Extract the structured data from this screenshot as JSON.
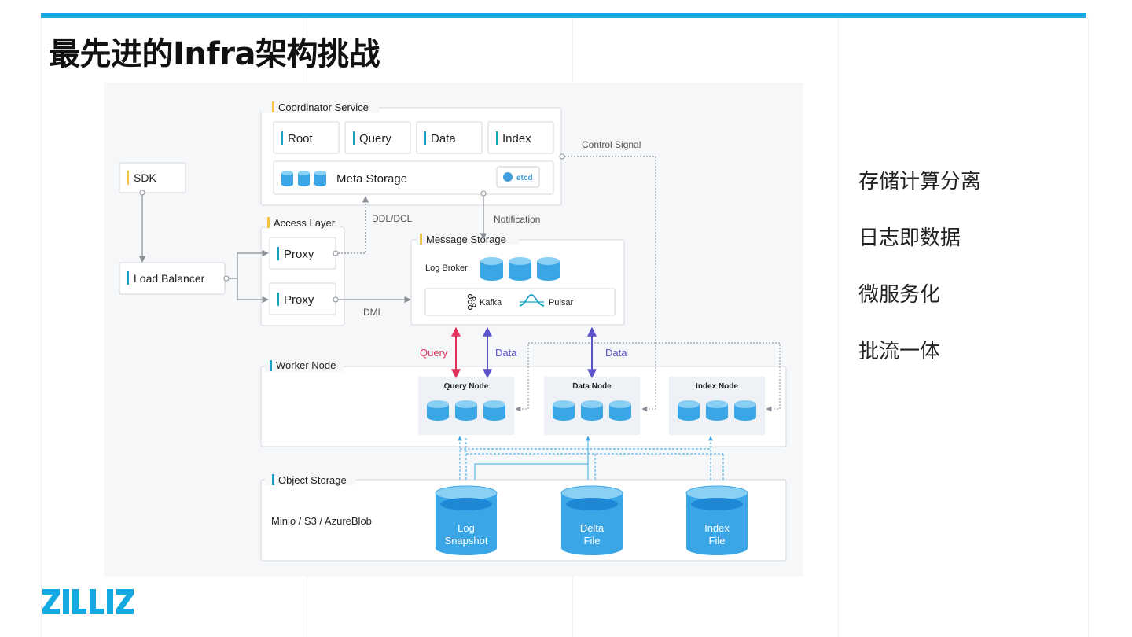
{
  "slide": {
    "title": "最先进的Infra架构挑战",
    "bullets": [
      "存储计算分离",
      "日志即数据",
      "微服务化",
      "批流一体"
    ],
    "logo_text": "ZILLIZ"
  },
  "diagram": {
    "coordinator": {
      "title": "Coordinator Service",
      "services": [
        "Root",
        "Query",
        "Data",
        "Index"
      ],
      "meta": "Meta Storage",
      "etcd": "etcd"
    },
    "sdk": "SDK",
    "load_balancer": "Load Balancer",
    "access": {
      "title": "Access Layer",
      "proxies": [
        "Proxy",
        "Proxy"
      ]
    },
    "message": {
      "title": "Message Storage",
      "log_broker": "Log Broker",
      "kafka": "Kafka",
      "pulsar": "Pulsar"
    },
    "worker": {
      "title": "Worker Node",
      "nodes": [
        "Query Node",
        "Data Node",
        "Index Node"
      ]
    },
    "object": {
      "title": "Object Storage",
      "backend": "Minio / S3 / AzureBlob",
      "files": [
        {
          "line1": "Log",
          "line2": "Snapshot"
        },
        {
          "line1": "Delta",
          "line2": "File"
        },
        {
          "line1": "Index",
          "line2": "File"
        }
      ]
    },
    "edges": {
      "control_signal": "Control Signal",
      "ddl_dcl": "DDL/DCL",
      "notification": "Notification",
      "dml": "DML",
      "query": "Query",
      "data1": "Data",
      "data2": "Data"
    }
  },
  "colors": {
    "accent": "#15a9e1",
    "yellow": "#f5c242",
    "teal": "#18a3c4",
    "query": "#e0325c",
    "data": "#5b52c9",
    "db": "#3aa6e6"
  }
}
